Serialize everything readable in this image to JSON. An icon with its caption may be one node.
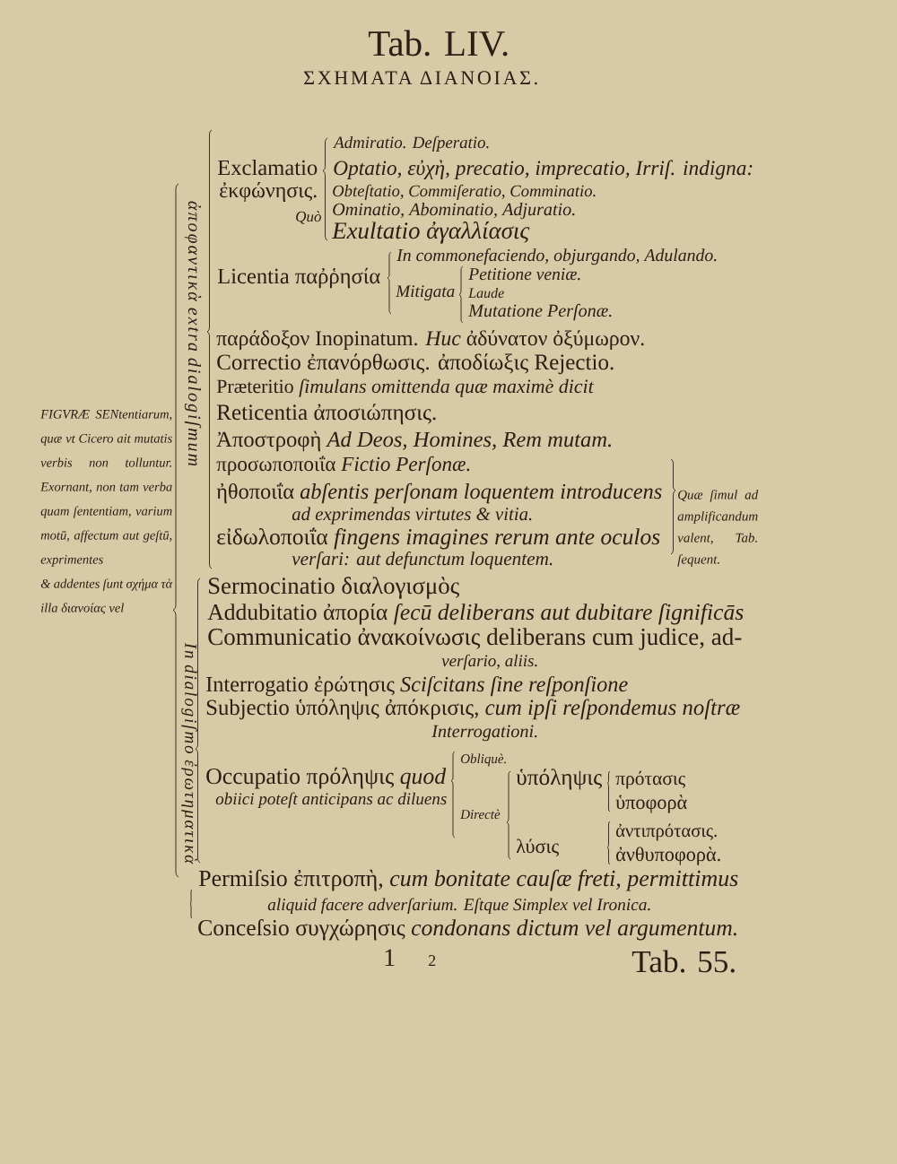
{
  "diagram": {
    "title": "Tab. LIV.",
    "labels": [
      "ΣΧΗΜΑΤΑ ΔΙΑΝΟΙΑΣ.",
      "FIGVRÆ SENtentiarum, quæ vt Cicero ait mutatis verbis non tolluntur. Exornant, non tam verba quam ſententiam, varium motū, affectum aut geſtū, exprimentes & addentes ſunt σχήμα τὰ illa διανοίας vel",
      "ἀποφαντικὰ extra dialogiſmum",
      "Exclamatio",
      "ἐκφώνησις.",
      "Quò",
      "Admiratio. Deſperatio.",
      "Optatio, εὐχὴ, precatio, imprecatio, Irriſ. indigna:",
      "Obteſtatio, Commiſeratio, Comminatio.",
      "Ominatio, Abominatio, Adjuratio.",
      "Exultatio ἀγαλλίασις",
      "Licentia παῤῥησία",
      "In commonefaciendo, objurgando, Adulando.",
      "Mitigata",
      "Petitione veniæ.",
      "Laude",
      "Mutatione Perſonæ.",
      "παράδοξον Inopinatum. *Huc* ἀδύνατον ὀξύμωρον.",
      "Correctio ἐπανόρθωσις. ἀποδίωξις Rejectio.",
      "Præteritio *ſimulans omittenda quæ maximè dicit*",
      "Reticentia ἀποσιώπησις.",
      "Ἀποστροφὴ *Ad Deos, Homines, Rem mutam.*",
      "προσωποποιΐα *Fictio Perſonæ.*",
      "ἠθοποιΐα *abſentis perſonam loquentem introducens*",
      "ad exprimendas virtutes & vitia.",
      "εἰδωλοποιΐα *fingens imagines rerum ante oculos*",
      "verſari: aut defunctum loquentem.",
      "Quæ ſimul ad amplificandum valent, Tab. ſequent.",
      "In dialogiſmo ἐρωτηματικὰ",
      "Sermocinatio διαλογισμὸς",
      "Addubitatio ἀπορία *ſecū deliberans aut dubitare ſignificās*",
      "Communicatio ἀνακοίνωσις deliberans cum judice, ad-",
      "verſario, aliis.",
      "Interrogatio ἐρώτησις *Sciſcitans ſine reſponſione*",
      "Subjectio ὑπόληψις ἀπόκρισις, *cum ipſi reſpondemus noſtræ*",
      "Interrogationi.",
      "Occupatio πρόληψις *quod*",
      "obiici poteſt anticipans ac diluens",
      "Obliquè.",
      "Directè",
      "ὑπόληψις",
      "πρότασις",
      "ὑποφορὰ",
      "λύσις",
      "ἀντιπρότασις.",
      "ἀνθυποφορὰ.",
      "Permiſsio ἐπιτροπὴ, *cum bonitate cauſæ freti, permittimus*",
      "aliquid facere adverſarium. Eſtque Simplex vel Ironica.",
      "Conceſsio συγχώρησις *condonans dictum vel argumentum.*",
      "1",
      "2",
      "Tab. 55."
    ]
  }
}
